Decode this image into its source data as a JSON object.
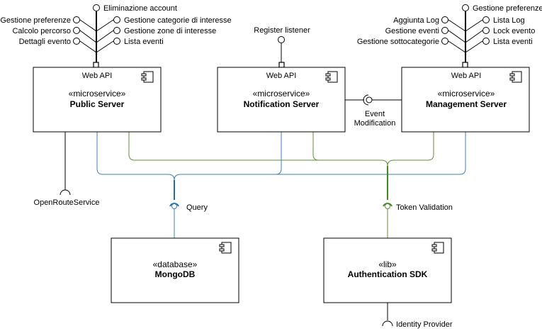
{
  "components": {
    "public": {
      "interface": "Web API",
      "stereotype": "«microservice»",
      "name": "Public Server"
    },
    "notification": {
      "interface": "Web API",
      "stereotype": "«microservice»",
      "name": "Notification Server"
    },
    "management": {
      "interface": "Web API",
      "stereotype": "«microservice»",
      "name": "Management Server"
    },
    "mongodb": {
      "stereotype": "«database»",
      "name": "MongoDB"
    },
    "auth_sdk": {
      "stereotype": "«lib»",
      "name": "Authentication SDK"
    }
  },
  "public_interfaces": {
    "left": [
      "Gestione preferenze",
      "Calcolo percorso",
      "Dettagli evento"
    ],
    "top": "Eliminazione account",
    "right": [
      "Gestione categorie di interesse",
      "Gestione zone di interesse",
      "Lista eventi"
    ]
  },
  "notification_interfaces": {
    "top": "Register listener"
  },
  "management_interfaces": {
    "left": [
      "Aggiunta Log",
      "Gestione eventi",
      "Gestione sottocategorie"
    ],
    "right": [
      "Gestione preferenze",
      "Lista Log",
      "Lock evento",
      "Lista eventi"
    ]
  },
  "connections": {
    "event_modification": [
      "Event",
      "Modification"
    ],
    "query": "Query",
    "token_validation": "Token Validation",
    "openroute": "OpenRouteService",
    "identity_provider": "Identity Provider"
  },
  "colors": {
    "query_line": "#3d7fbd",
    "token_line": "#5f9237",
    "border": "#000000"
  }
}
